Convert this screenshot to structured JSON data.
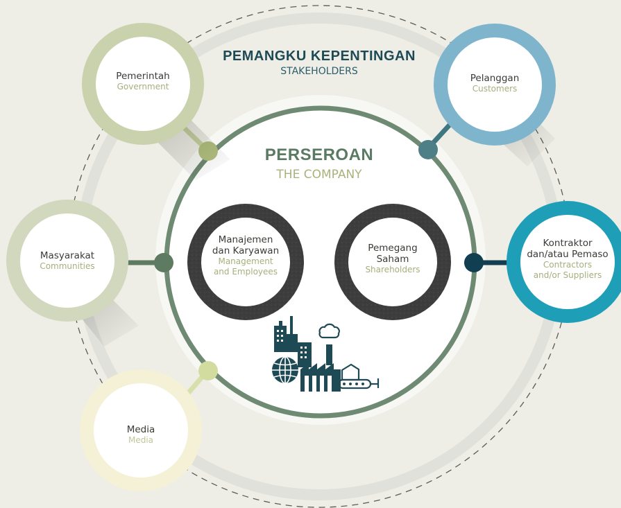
{
  "header": {
    "title": "PEMANGKU KEPENTINGAN",
    "subtitle": "STAKEHOLDERS"
  },
  "company": {
    "title": "PERSEROAN",
    "subtitle": "THE COMPANY"
  },
  "internal": [
    {
      "name_line1": "Manajemen",
      "name_line2": "dan Karyawan",
      "sub_line1": "Management",
      "sub_line2": "and Employees"
    },
    {
      "name_line1": "Pemegang",
      "name_line2": "Saham",
      "sub_line1": "Shareholders"
    }
  ],
  "stakeholders": {
    "government": {
      "name": "Pemerintah",
      "sub": "Government"
    },
    "customers": {
      "name": "Pelanggan",
      "sub": "Customers"
    },
    "communities": {
      "name": "Masyarakat",
      "sub": "Communities"
    },
    "contractors": {
      "name_line1": "Kontraktor",
      "name_line2": "dan/atau Pemaso",
      "sub_line1": "Contractors",
      "sub_line2": "and/or Suppliers"
    },
    "media": {
      "name": "Media",
      "sub": "Media"
    }
  },
  "colors": {
    "background": "#eeeee6",
    "company_ring": "#6f8a73",
    "title": "#1d4a55",
    "government_ring": "#c9d2ad",
    "customers_ring": "#7fb5cc",
    "communities_ring": "#d2d8bd",
    "contractors_ring": "#1f9fb7",
    "media_ring": "#f4f1d6",
    "internal_ring": "#3f3f3f",
    "icon": "#1e4a55"
  }
}
